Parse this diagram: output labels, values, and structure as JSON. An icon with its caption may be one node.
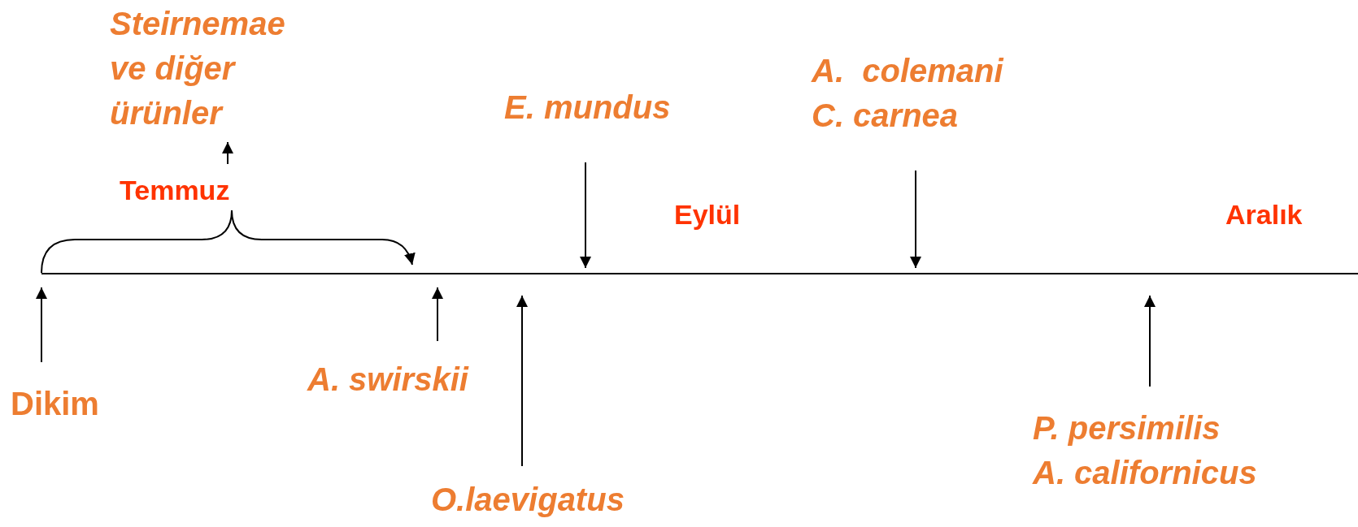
{
  "diagram": {
    "nodes": [
      {
        "text": [],
        "shape": "line"
      },
      {
        "text": [
          "Steirnemae ve diğer ürünler"
        ]
      },
      {
        "text": [
          "Temmuz"
        ]
      },
      {
        "text": [
          "E. mundus"
        ]
      },
      {
        "text": [
          "A.  colemani",
          "C. carnea"
        ]
      },
      {
        "text": [
          "Dikim"
        ]
      },
      {
        "text": [
          "A. swirskii"
        ]
      },
      {
        "text": [
          "O.laevigatus"
        ]
      },
      {
        "text": [
          "P. persimilis",
          "A. californicus"
        ]
      }
    ],
    "edges": [
      {
        "from": 2,
        "to": 1,
        "arrow": "to"
      },
      {
        "from": 3,
        "to": 0,
        "arrow": "to"
      },
      {
        "from": 4,
        "to": 0,
        "arrow": "to"
      },
      {
        "from": 5,
        "to": 0,
        "arrow": "to"
      },
      {
        "from": 6,
        "to": 0,
        "arrow": "to"
      },
      {
        "from": 7,
        "to": 0,
        "arrow": "to"
      },
      {
        "from": 8,
        "to": 0,
        "arrow": "to"
      }
    ],
    "labels": [
      "Eylül",
      "Aralık"
    ]
  }
}
